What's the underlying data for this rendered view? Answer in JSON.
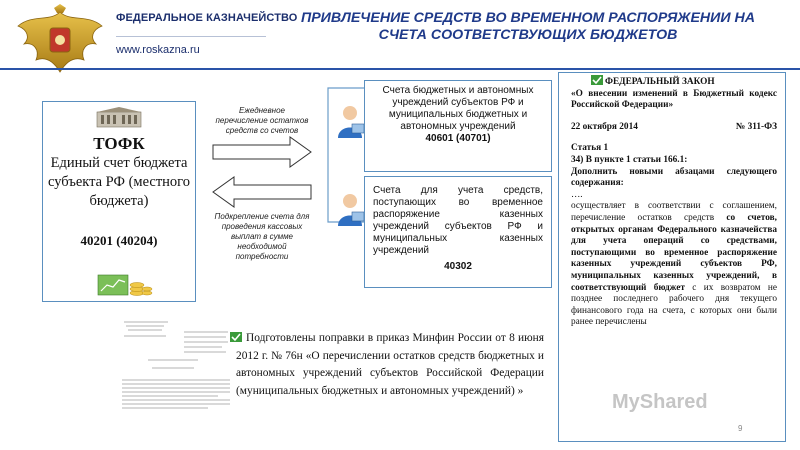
{
  "header": {
    "agency": "ФЕДЕРАЛЬНОЕ КАЗНАЧЕЙСТВО",
    "site": "www.roskazna.ru",
    "title_line1": "ПРИВЛЕЧЕНИЕ СРЕДСТВ ВО ВРЕМЕННОМ РАСПОРЯЖЕНИИ НА",
    "title_line2": "СЧЕТА СООТВЕТСТВУЮЩИХ БЮДЖЕТОВ"
  },
  "tofk": {
    "heading": "ТОФК",
    "description": "Единый счет бюджета субъекта РФ (местного бюджета)",
    "account": "40201 (40204)"
  },
  "arrows": {
    "right_label": "Ежедневное перечисление остатков средств со счетов",
    "left_label": "Подкрепление счета для проведения кассовых выплат в сумме необходимой потребности"
  },
  "accounts": [
    {
      "text": "Счета бюджетных и автономных учреждений субъектов РФ и муниципальных бюджетных и автономных учреждений",
      "code": "40601 (40701)"
    },
    {
      "text": "Счета для учета средств, поступающих во временное распоряжение казенных учреждений субъектов РФ и муниципальных казенных учреждений",
      "code": "40302"
    }
  ],
  "law": {
    "heading": "ФЕДЕРАЛЬНЫЙ ЗАКОН",
    "subject": "«О внесении изменений в Бюджетный кодекс Российской Федерации»",
    "date": "22 октября 2014",
    "number": "№ 311-ФЗ",
    "article": "Статья 1",
    "point": "34) В пункте 1 статьи 166.1:",
    "instruction": "Дополнить новыми абзацами следующего содержания:",
    "ellipsis": "….",
    "p1": "осуществляет в соответствии с соглашением, перечисление остатков средств",
    "p1b": "со счетов, открытых органам Федерального казначейства для учета операций со средствами, поступающими во временное распоряжение казенных учреждений субъектов РФ, муниципальных казенных учреждений, в соответствующий бюджет",
    "p1c": "с их возвратом не позднее последнего рабочего дня текущего финансового года на счета, с которых они были ранее перечислены"
  },
  "bottom": {
    "text": "Подготовлены поправки в приказ Минфин России от 8 июня 2012 г. № 76н «О перечислении остатков средств бюджетных и автономных учреждений субъектов Российской Федерации (муниципальных бюджетных и автономных учреждений) »"
  },
  "page_number": "9",
  "watermark": "MyShared",
  "colors": {
    "title": "#1f3a8a",
    "rule": "#2a53a8",
    "box_border": "#5a8fbf",
    "check": "#3a9a3a"
  }
}
